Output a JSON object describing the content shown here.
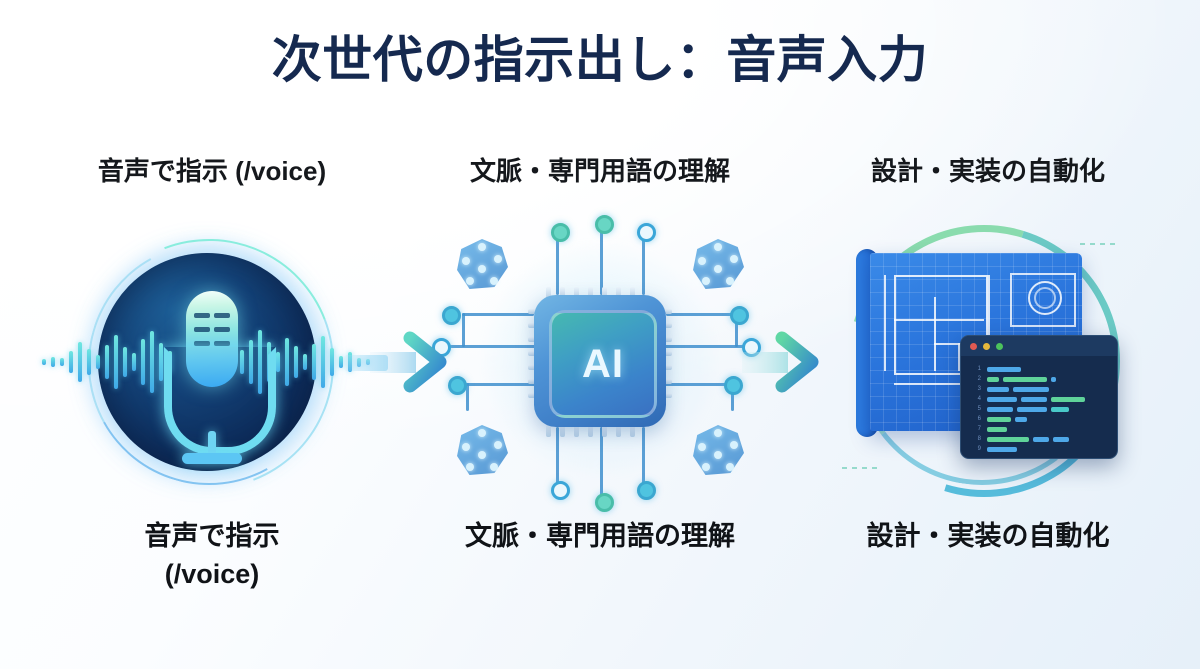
{
  "slide": {
    "title": "次世代の指示出し：音声入力",
    "title_color": "#15294f",
    "background_colors": [
      "#ffffff",
      "#f2f7fc",
      "#e6f0f9"
    ]
  },
  "steps": [
    {
      "label": "音声で指示 (/voice)",
      "caption_line1": "音声で指示",
      "caption_line2": "(/voice)",
      "art": "voice-microphone-illustration",
      "colors": {
        "circle": "#0d2d5c",
        "mic": "#63c9ef",
        "wave": "#3fa9e8"
      }
    },
    {
      "label": "文脈・専門用語の理解",
      "caption_line1": "文脈・専門用語の理解",
      "caption_line2": "",
      "art": "ai-chip-illustration",
      "chip_label": "AI",
      "colors": {
        "chip": "#3f7fc8",
        "face": "#3b84cb",
        "trace": "#3f8fce"
      }
    },
    {
      "label": "設計・実装の自動化",
      "caption_line1": "設計・実装の自動化",
      "caption_line2": "",
      "art": "blueprint-code-illustration",
      "colors": {
        "blueprint": "#2b76dd",
        "code_window": "#152c4e",
        "arc": "#7fd9a6"
      }
    }
  ],
  "arrows": [
    {
      "name": "arrow-voice-to-ai",
      "from_color": "#5fd7c4",
      "to_color": "#2f7fd0"
    },
    {
      "name": "arrow-ai-to-output",
      "from_color": "#5fd7a4",
      "to_color": "#2f7fd0"
    }
  ],
  "code_window": {
    "traffic_lights": [
      "#e05a52",
      "#e6b83c",
      "#4cc25c"
    ],
    "line_numbers": [
      "1",
      "2",
      "3",
      "4",
      "5",
      "6",
      "7",
      "8",
      "9"
    ]
  }
}
